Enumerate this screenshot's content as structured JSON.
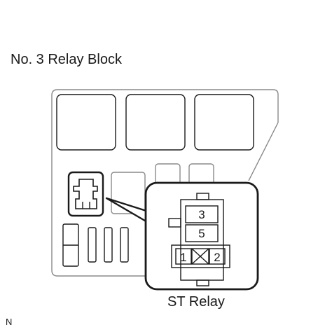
{
  "title": "No. 3 Relay Block",
  "relay_name": "ST Relay",
  "corner_mark": "N",
  "terminals": [
    "3",
    "5",
    "1",
    "2"
  ],
  "colors": {
    "line": "#1a1a1a",
    "fill": "#ffffff",
    "bracket": "#cccccc"
  }
}
